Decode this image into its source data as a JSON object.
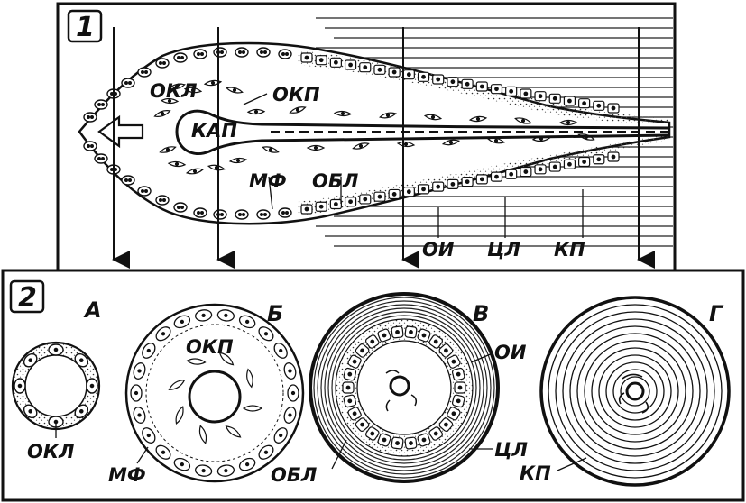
{
  "panels": [
    {
      "number": "1"
    },
    {
      "number": "2"
    }
  ],
  "panel1_labels": {
    "okl": "ОКЛ",
    "okp": "ОКП",
    "kap": "КАП",
    "mf": "МФ",
    "obl": "ОБЛ",
    "oi": "ОИ",
    "cl": "ЦЛ",
    "kp": "КП"
  },
  "sections": [
    {
      "letter": "А",
      "labels": [
        "ОКЛ"
      ]
    },
    {
      "letter": "Б",
      "labels": [
        "ОКП",
        "МФ"
      ]
    },
    {
      "letter": "В",
      "labels": [
        "ОИ",
        "ЦЛ",
        "ОБЛ"
      ]
    },
    {
      "letter": "Г",
      "labels": [
        "КП"
      ]
    }
  ],
  "colors": {
    "ink": "#111111",
    "paper": "#ffffff"
  }
}
